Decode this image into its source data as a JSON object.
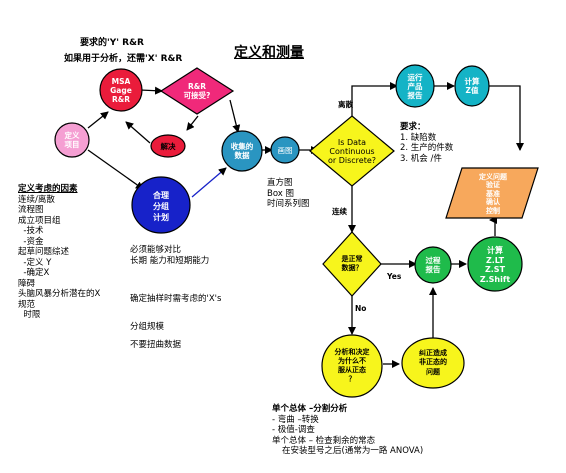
{
  "header": {
    "line1": "要求的'Y' R&R",
    "line2": "如果用于分析，还需'X' R&R",
    "title": "定义和测量"
  },
  "nodes": {
    "define_project": "定义\n项目",
    "msa": "MSA\nGage\nR&R",
    "rr_accept": "R&R\n可接受?",
    "solve": "解决",
    "collect_data": "收集的\n数据",
    "reasonable_plan": "合理\n分组\n计划",
    "chart": "画图",
    "decision_data": "Is Data\nContinuous\nor Discrete?",
    "run_report": "运行\n产品\n报告",
    "calc_z": "计算\nZ值",
    "define_issue": "定义问题\n验证\n基准\n确认\n控制",
    "stable": "是正常\n数据？",
    "process_report": "过程\n报告",
    "calc_zlt": "计算\nZ.LT\nZ.ST\nZ.Shift",
    "analyze_cause": "分析和决定\n为什么不\n服从正态\n？",
    "correct_cause": "纠正造成\n非正态的\n问题"
  },
  "edge_labels": {
    "discrete": "离散",
    "continuous": "连续",
    "yes": "Yes",
    "no": "No"
  },
  "left_notes": {
    "title": "定义考虑的因素",
    "items": [
      "连续/离散",
      "流程图",
      "成立项目组",
      "  -技术",
      "  -资金",
      "起草问题综述",
      "  -定义 Y",
      "  -确定X",
      "障碍",
      "头脑风暴分析潜在的X",
      "规范",
      "  时限"
    ]
  },
  "charts_list": [
    "直方图",
    "Box 图",
    "时间系列图"
  ],
  "mid_notes": {
    "line1": "必须能够对比",
    "line2": "长期 能力和短期能力",
    "line3": "确定抽样时需考虑的'X's",
    "line4": "分组规模",
    "line5": "不要扭曲数据"
  },
  "requirements": {
    "title": "要求：",
    "items": [
      "1. 缺陷数",
      "2. 生产的件数",
      "3. 机会 /件"
    ]
  },
  "bottom_notes": {
    "title": "单个总体 –分割分析",
    "items": [
      "- 弯曲 –转换",
      "- 极值-调查",
      "单个总体 – 检查剩余的常态",
      "在安装型号之后(通常为一路 ANOVA)"
    ]
  },
  "colors": {
    "magenta": "#f0297a",
    "red": "#ea1c3b",
    "pink": "#f59fd3",
    "navy": "#1722c9",
    "teal": "#2a95c1",
    "cyan": "#14b3c6",
    "yellow": "#f7f51c",
    "green": "#1fbb4b",
    "orange": "#f7a85c"
  }
}
